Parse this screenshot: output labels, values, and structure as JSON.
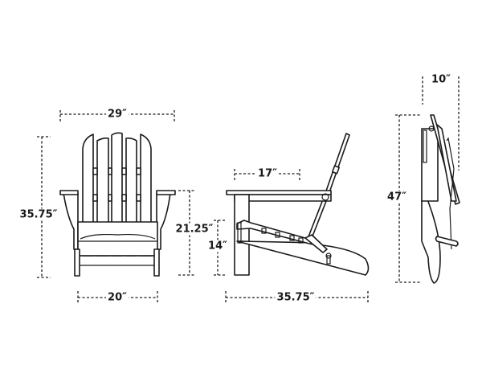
{
  "front_view": {
    "overall_width": "29″",
    "overall_height": "35.75″",
    "arm_height": "21.25″",
    "seat_width": "20″"
  },
  "side_view": {
    "arm_length": "17″",
    "seat_height": "14″",
    "overall_depth": "35.75″"
  },
  "folded_view": {
    "folded_height": "47″",
    "folded_depth": "10″"
  },
  "colors": {
    "line": "#1a1a1a",
    "background": "#ffffff"
  }
}
